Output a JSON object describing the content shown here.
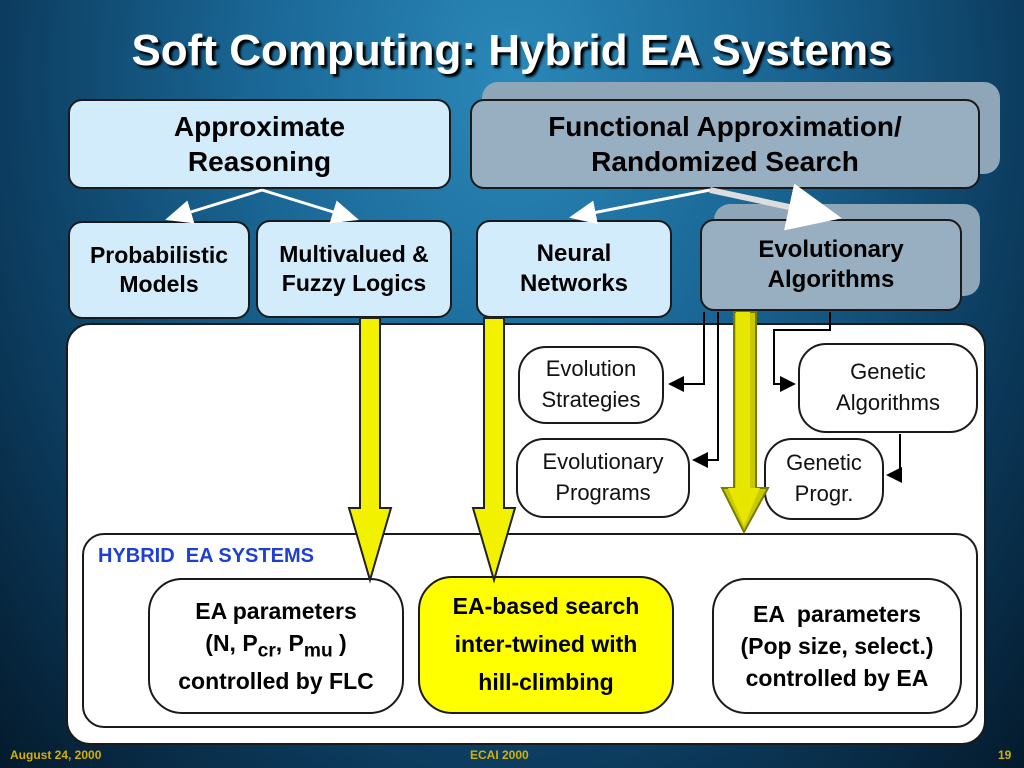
{
  "title": "Soft Computing: Hybrid EA Systems",
  "top_boxes": {
    "approx_line1": "Approximate",
    "approx_line2": "Reasoning",
    "func_line1": "Functional Approximation/",
    "func_line2": "Randomized Search"
  },
  "mid_boxes": {
    "prob_line1": "Probabilistic",
    "prob_line2": "Models",
    "fuzzy_line1": "Multivalued &",
    "fuzzy_line2": "Fuzzy Logics",
    "neural_line1": "Neural",
    "neural_line2": "Networks",
    "evo_line1": "Evolutionary",
    "evo_line2": "Algorithms"
  },
  "ea_boxes": {
    "es_line1": "Evolution",
    "es_line2": "Strategies",
    "ga_line1": "Genetic",
    "ga_line2": "Algorithms",
    "ep_line1": "Evolutionary",
    "ep_line2": "Programs",
    "gp_line1": "Genetic",
    "gp_line2": "Progr."
  },
  "hybrid": {
    "label": "HYBRID  EA SYSTEMS",
    "flc_line1": "EA parameters",
    "flc_open": "(N, P",
    "flc_sub_cr": "cr",
    "flc_comma": ", P",
    "flc_sub_mu": "mu",
    "flc_close": " )",
    "flc_line3": "controlled by FLC",
    "search_line1": "EA-based search",
    "search_line2": "inter-twined with",
    "search_line3": "hill-climbing",
    "ea_line1": "EA  parameters",
    "ea_line2": "(Pop size, select.)",
    "ea_line3a": "controlled",
    "ea_line3b": "by EA"
  },
  "footer": {
    "date": "August 24, 2000",
    "event": "ECAI 2000",
    "page": "19"
  },
  "colors": {
    "arrow_yellow": "#f2f200",
    "hybrid_label": "#1d3fd6",
    "footer": "#d4b000"
  }
}
